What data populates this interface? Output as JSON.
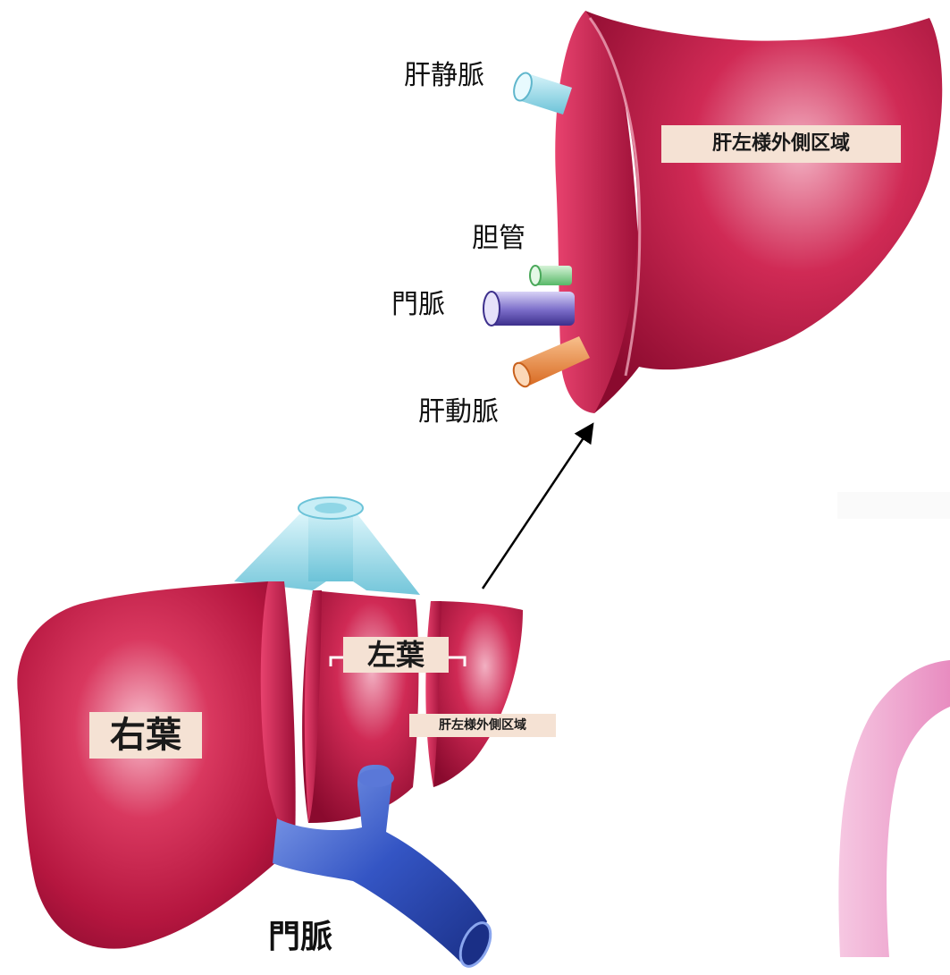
{
  "labels": {
    "hepatic_vein": "肝静脈",
    "bile_duct": "胆管",
    "portal_vein_top": "門脈",
    "hepatic_artery": "肝動脈",
    "left_lateral_top": "肝左様外側区域",
    "right_lobe": "右葉",
    "left_lobe": "左葉",
    "left_lateral_bottom": "肝左様外側区域",
    "portal_vein_bottom": "門脈"
  },
  "colors": {
    "liver": "#c81e4a",
    "liver_dark": "#8c0c30",
    "liver_light": "#f4a6b8",
    "hepatic_vein": "#8fd6e6",
    "bile_duct": "#7fcf8a",
    "portal_vein": "#7a6cc8",
    "hepatic_artery": "#e8853c",
    "portal_vein_bottom": "#2f4db8",
    "label_bg": "#f5e2d4",
    "aorta": "#f0a8d2"
  }
}
